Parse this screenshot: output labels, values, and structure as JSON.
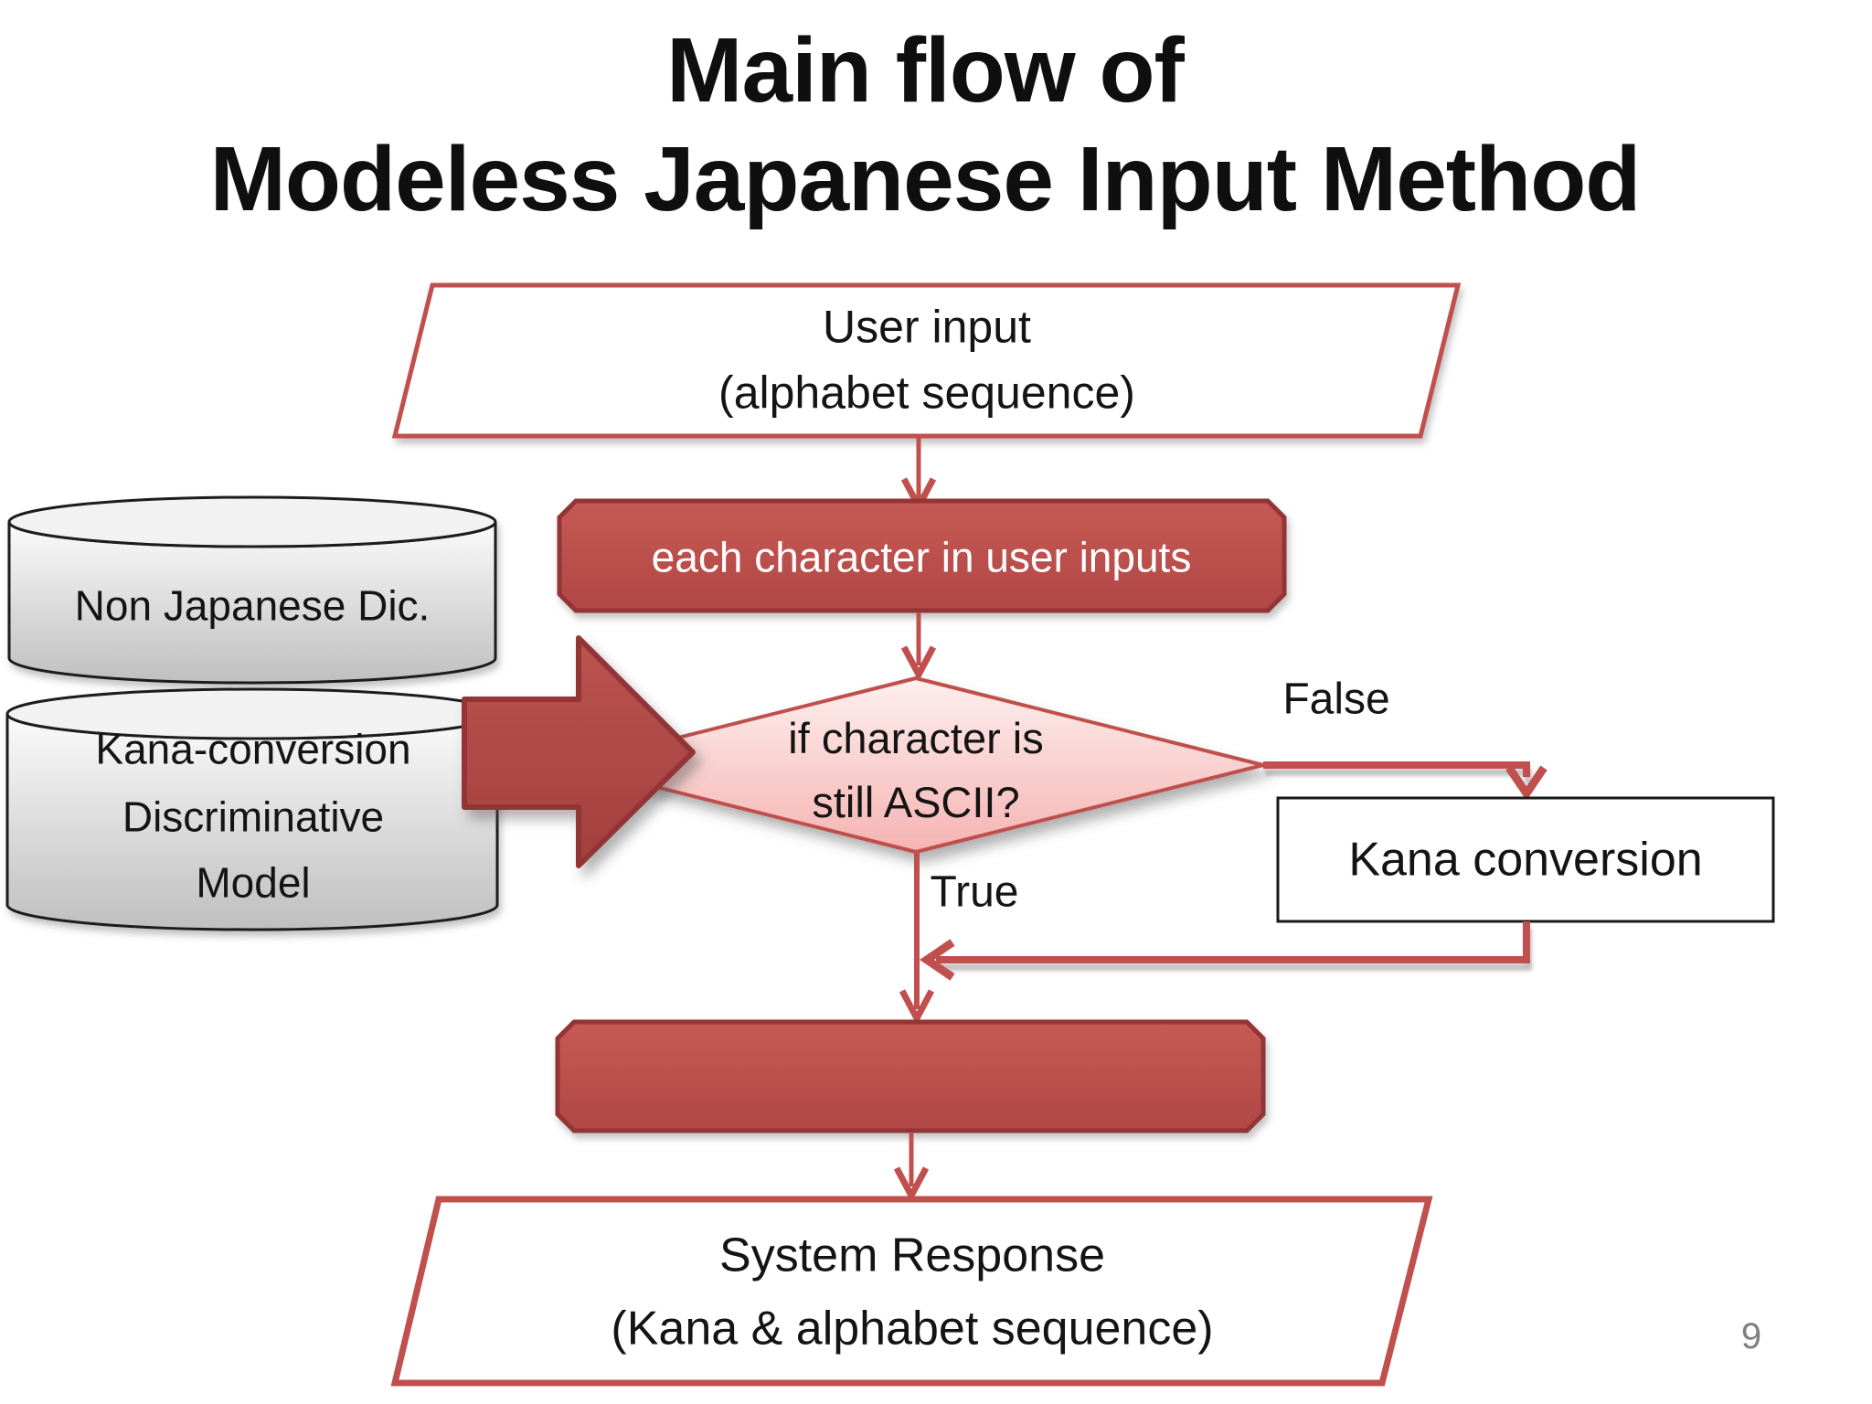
{
  "slide": {
    "title_line1": "Main flow of",
    "title_line2": "Modeless Japanese Input Method",
    "page_number": "9"
  },
  "flow": {
    "user_input": {
      "line1": "User input",
      "line2": "(alphabet sequence)"
    },
    "loop_header": {
      "label": "each character in user inputs"
    },
    "decision": {
      "line1": "if character is",
      "line2": "still ASCII?"
    },
    "branch_true": {
      "label": "True"
    },
    "branch_false": {
      "label": "False"
    },
    "kana_conversion": {
      "label": "Kana conversion"
    },
    "system_response": {
      "line1": "System Response",
      "line2": "(Kana & alphabet sequence)"
    }
  },
  "databases": {
    "non_japanese_dic": {
      "label": "Non Japanese Dic."
    },
    "kana_model": {
      "line1": "Kana-conversion",
      "line2": "Discriminative",
      "line3": "Model"
    }
  },
  "colors": {
    "accent_red": "#c0504d",
    "loop_box_fill": "#bf5150",
    "loop_box_stroke": "#943634",
    "big_arrow_fill": "#b04a47",
    "diamond_top": "#fdf0ef",
    "diamond_bottom": "#f5b3b1",
    "cylinder_light": "#fbfbfb",
    "cylinder_dark": "#bfbfbf",
    "text_black": "#141414",
    "page_number_gray": "#808080"
  }
}
